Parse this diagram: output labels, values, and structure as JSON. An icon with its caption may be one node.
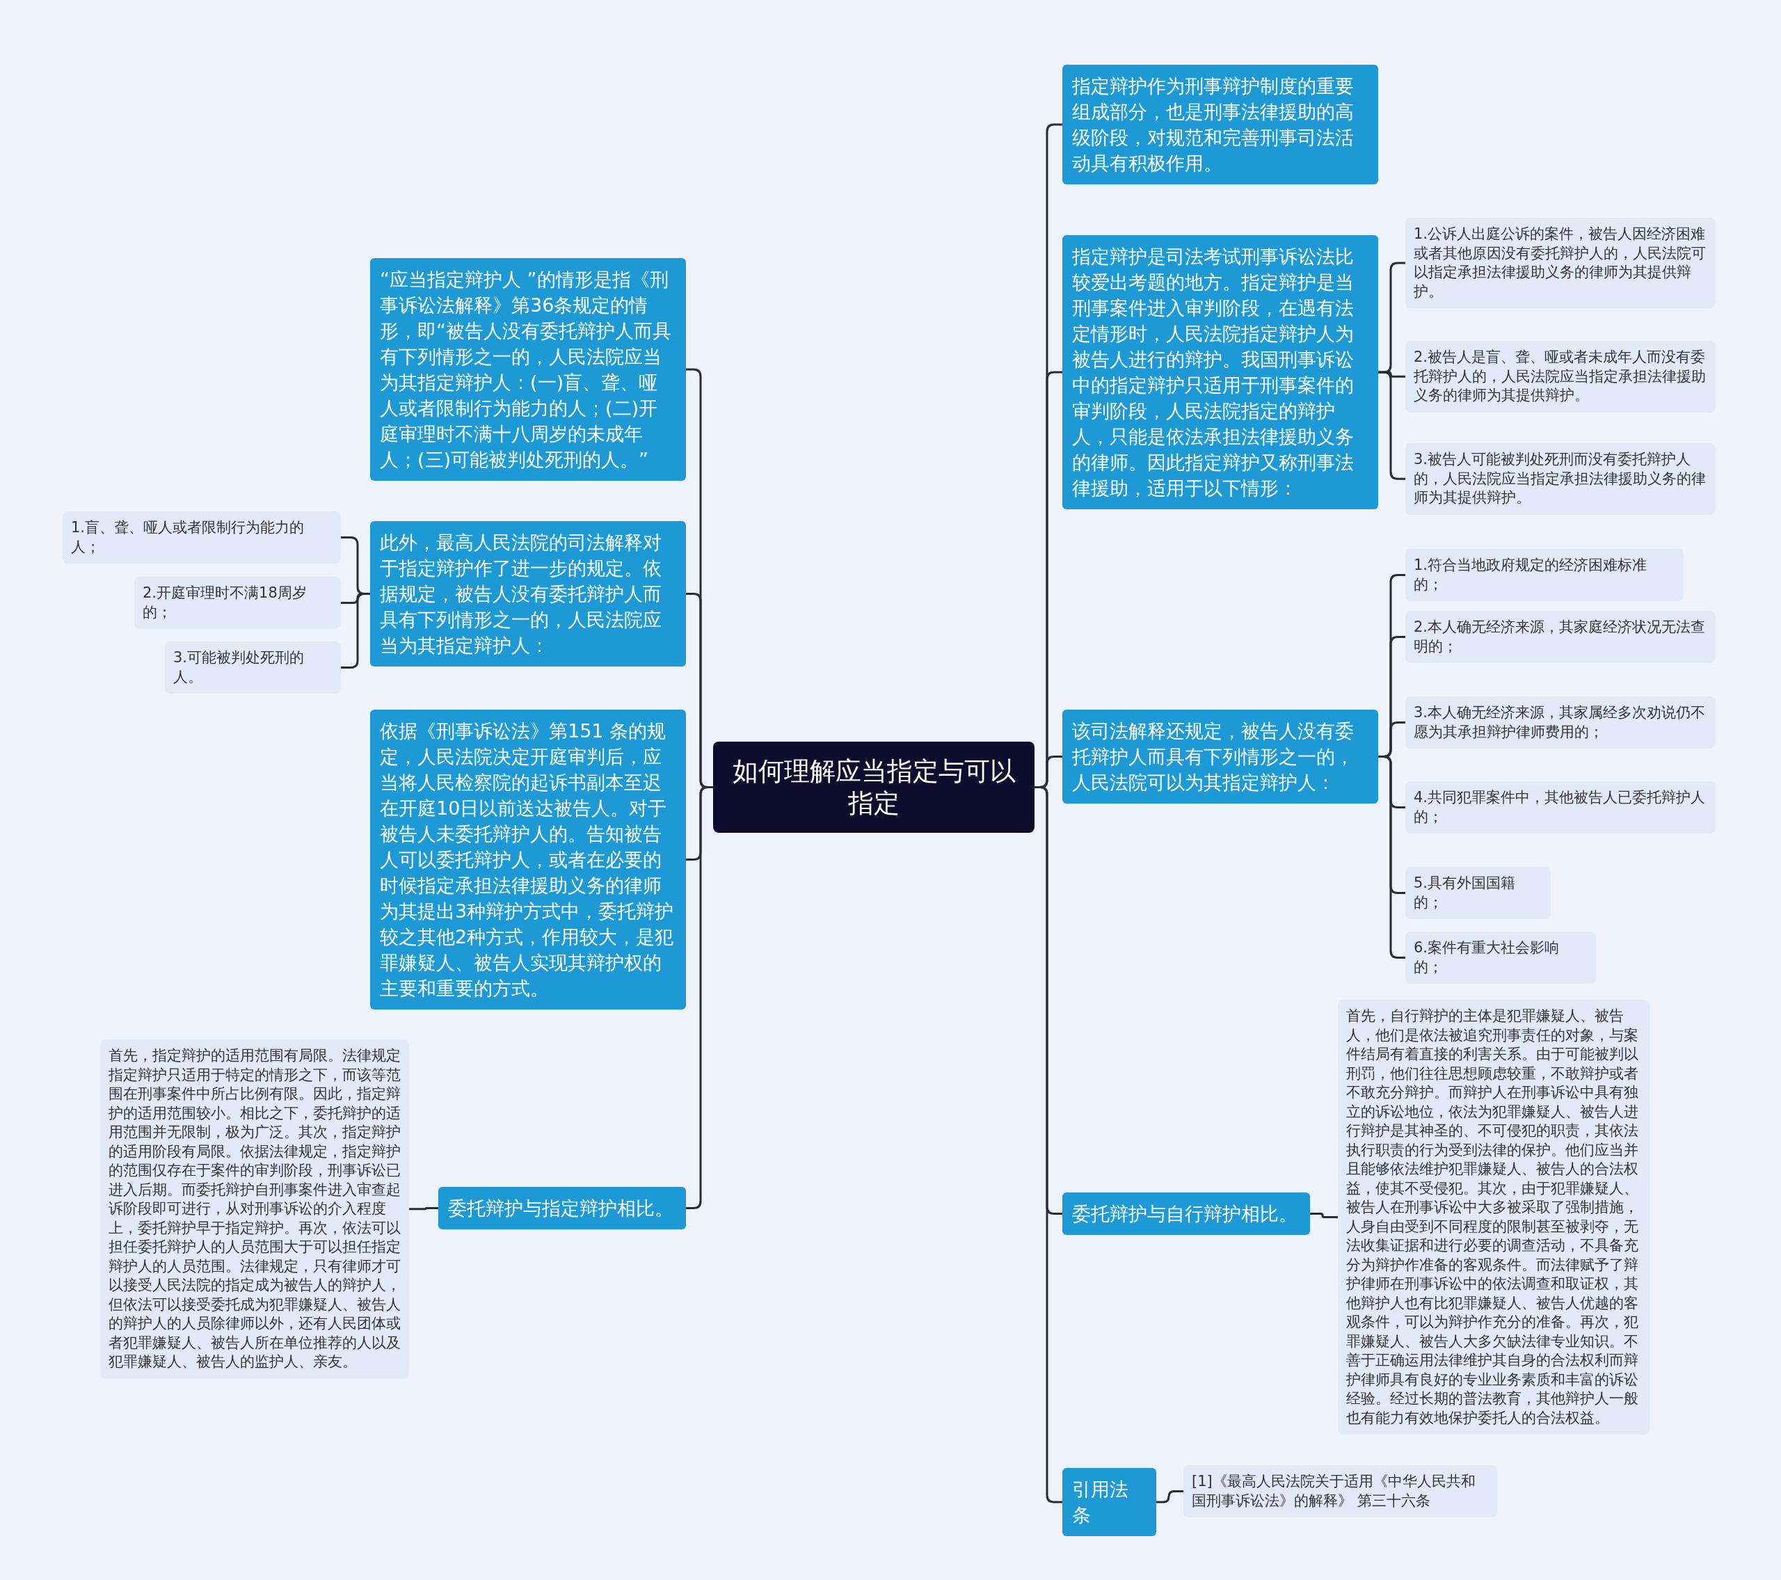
{
  "diagram": {
    "nodes": [
      {
        "text": [
          "如何理解应当指定与可以指定"
        ]
      },
      {
        "text": [
          "指定辩护作为刑事辩护制度的重要组成部分，也是刑事法律援助的高级阶段，对规范和完善刑事司法活动具有积极作用。"
        ]
      },
      {
        "text": [
          "指定辩护是司法考试刑事诉讼法比较爱出考题的地方。指定辩护是当刑事案件进入审判阶段，在遇有法定情形时，人民法院指定辩护人为被告人进行的辩护。我国刑事诉讼中的指定辩护只适用于刑事案件的审判阶段，人民法院指定的辩护人，只能是依法承担法律援助义务的律师。因此指定辩护又称刑事法律援助，适用于以下情形："
        ]
      },
      {
        "text": [
          "1.公诉人出庭公诉的案件，被告人因经济困难或者其他原因没有委托辩护人的，人民法院可以指定承担法律援助义务的律师为其提供辩护。"
        ]
      },
      {
        "text": [
          "2.被告人是盲、聋、哑或者未成年人而没有委托辩护人的，人民法院应当指定承担法律援助义务的律师为其提供辩护。"
        ]
      },
      {
        "text": [
          "3.被告人可能被判处死刑而没有委托辩护人的，人民法院应当指定承担法律援助义务的律师为其提供辩护。"
        ]
      },
      {
        "text": [
          "该司法解释还规定，被告人没有委托辩护人而具有下列情形之一的，人民法院可以为其指定辩护人："
        ]
      },
      {
        "text": [
          "1.符合当地政府规定的经济困难标准的；"
        ]
      },
      {
        "text": [
          "2.本人确无经济来源，其家庭经济状况无法查明的；"
        ]
      },
      {
        "text": [
          "3.本人确无经济来源，其家属经多次劝说仍不愿为其承担辩护律师费用的；"
        ]
      },
      {
        "text": [
          "4.共同犯罪案件中，其他被告人已委托辩护人的；"
        ]
      },
      {
        "text": [
          "5.具有外国国籍的；"
        ]
      },
      {
        "text": [
          "6.案件有重大社会影响的；"
        ]
      },
      {
        "text": [
          "委托辩护与自行辩护相比。"
        ]
      },
      {
        "text": [
          "首先，自行辩护的主体是犯罪嫌疑人、被告人，他们是依法被追究刑事责任的对象，与案件结局有着直接的利害关系。由于可能被判以刑罚，他们往往思想顾虑较重，不敢辩护或者不敢充分辩护。而辩护人在刑事诉讼中具有独立的诉讼地位，依法为犯罪嫌疑人、被告人进行辩护是其神圣的、不可侵犯的职责，其依法执行职责的行为受到法律的保护。他们应当并且能够依法维护犯罪嫌疑人、被告人的合法权益，使其不受侵犯。其次，由于犯罪嫌疑人、被告人在刑事诉讼中大多被采取了强制措施，人身自由受到不同程度的限制甚至被剥夺，无法收集证据和进行必要的调查活动，不具备充分为辩护作准备的客观条件。而法律赋予了辩护律师在刑事诉讼中的依法调查和取证权，其他辩护人也有比犯罪嫌疑人、被告人优越的客观条件，可以为辩护作充分的准备。再次，犯罪嫌疑人、被告人大多欠缺法律专业知识。不善于正确运用法律维护其自身的合法权利而辩护律师具有良好的专业业务素质和丰富的诉讼经验。经过长期的普法教育，其他辩护人一般也有能力有效地保护委托人的合法权益。"
        ]
      },
      {
        "text": [
          "引用法条"
        ]
      },
      {
        "text": [
          "[1]《最高人民法院关于适用《中华人民共和国刑事诉讼法》的解释》 第三十六条"
        ]
      },
      {
        "text": [
          "“应当指定辩护人 ”的情形是指《刑事诉讼法解释》第36条规定的情形，即“被告人没有委托辩护人而具有下列情形之一的，人民法院应当为其指定辩护人：(一)盲、聋、哑人或者限制行为能力的人；(二)开庭审理时不满十八周岁的未成年人；(三)可能被判处死刑的人。”"
        ]
      },
      {
        "text": [
          "此外，最高人民法院的司法解释对于指定辩护作了进一步的规定。依据规定，被告人没有委托辩护人而具有下列情形之一的，人民法院应当为其指定辩护人："
        ]
      },
      {
        "text": [
          "1.盲、聋、哑人或者限制行为能力的人；"
        ]
      },
      {
        "text": [
          "2.开庭审理时不满18周岁的；"
        ]
      },
      {
        "text": [
          "3.可能被判处死刑的人。"
        ]
      },
      {
        "text": [
          "依据《刑事诉讼法》第151 条的规定，人民法院决定开庭审判后，应当将人民检察院的起诉书副本至迟在开庭10日以前送达被告人。对于被告人未委托辩护人的。告知被告人可以委托辩护人，或者在必要的时候指定承担法律援助义务的律师为其提出3种辩护方式中，委托辩护较之其他2种方式，作用较大，是犯罪嫌疑人、被告人实现其辩护权的主要和重要的方式。"
        ]
      },
      {
        "text": [
          "委托辩护与指定辩护相比。"
        ]
      },
      {
        "text": [
          "首先，指定辩护的适用范围有局限。法律规定指定辩护只适用于特定的情形之下，而该等范围在刑事案件中所占比例有限。因此，指定辩护的适用范围较小。相比之下，委托辩护的适用范围并无限制，极为广泛。其次，指定辩护的适用阶段有局限。依据法律规定，指定辩护的范围仅存在于案件的审判阶段，刑事诉讼已进入后期。而委托辩护自刑事案件进入审查起诉阶段即可进行，从对刑事诉讼的介入程度上，委托辩护早于指定辩护。再次，依法可以担任委托辩护人的人员范围大于可以担任指定辩护人的人员范围。法律规定，只有律师才可以接受人民法院的指定成为被告人的辩护人，但依法可以接受委托成为犯罪嫌疑人、被告人的辩护人的人员除律师以外，还有人民团体或者犯罪嫌疑人、被告人所在单位推荐的人以及犯罪嫌疑人、被告人的监护人、亲友。"
        ]
      }
    ],
    "edges": [
      {
        "from": 0,
        "to": 1,
        "arrow": "none"
      },
      {
        "from": 0,
        "to": 2,
        "arrow": "none"
      },
      {
        "from": 2,
        "to": 3,
        "arrow": "none"
      },
      {
        "from": 2,
        "to": 4,
        "arrow": "none"
      },
      {
        "from": 2,
        "to": 5,
        "arrow": "none"
      },
      {
        "from": 0,
        "to": 6,
        "arrow": "none"
      },
      {
        "from": 6,
        "to": 7,
        "arrow": "none"
      },
      {
        "from": 6,
        "to": 8,
        "arrow": "none"
      },
      {
        "from": 6,
        "to": 9,
        "arrow": "none"
      },
      {
        "from": 6,
        "to": 10,
        "arrow": "none"
      },
      {
        "from": 6,
        "to": 11,
        "arrow": "none"
      },
      {
        "from": 6,
        "to": 12,
        "arrow": "none"
      },
      {
        "from": 0,
        "to": 13,
        "arrow": "none"
      },
      {
        "from": 13,
        "to": 14,
        "arrow": "none"
      },
      {
        "from": 0,
        "to": 15,
        "arrow": "none"
      },
      {
        "from": 15,
        "to": 16,
        "arrow": "none"
      },
      {
        "from": 0,
        "to": 17,
        "arrow": "none"
      },
      {
        "from": 0,
        "to": 18,
        "arrow": "none"
      },
      {
        "from": 18,
        "to": 19,
        "arrow": "none"
      },
      {
        "from": 18,
        "to": 20,
        "arrow": "none"
      },
      {
        "from": 18,
        "to": 21,
        "arrow": "none"
      },
      {
        "from": 0,
        "to": 22,
        "arrow": "none"
      },
      {
        "from": 0,
        "to": 23,
        "arrow": "none"
      },
      {
        "from": 23,
        "to": 24,
        "arrow": "none"
      }
    ]
  }
}
